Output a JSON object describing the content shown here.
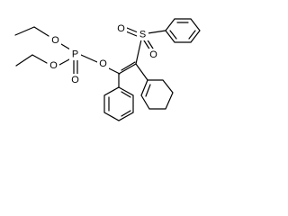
{
  "molecule": {
    "atoms": {
      "phosphorus": "P",
      "ester_oxygen_left": "O",
      "ester_oxygen_right": "O",
      "phosphoryl_oxygen": "O",
      "ethyl_oxygen_upper": "O",
      "sulfur": "S",
      "sulfonyl_oxygen_left": "O",
      "sulfonyl_oxygen_bottom": "O"
    },
    "colors": {
      "line": "#000000",
      "background": "#ffffff"
    }
  }
}
